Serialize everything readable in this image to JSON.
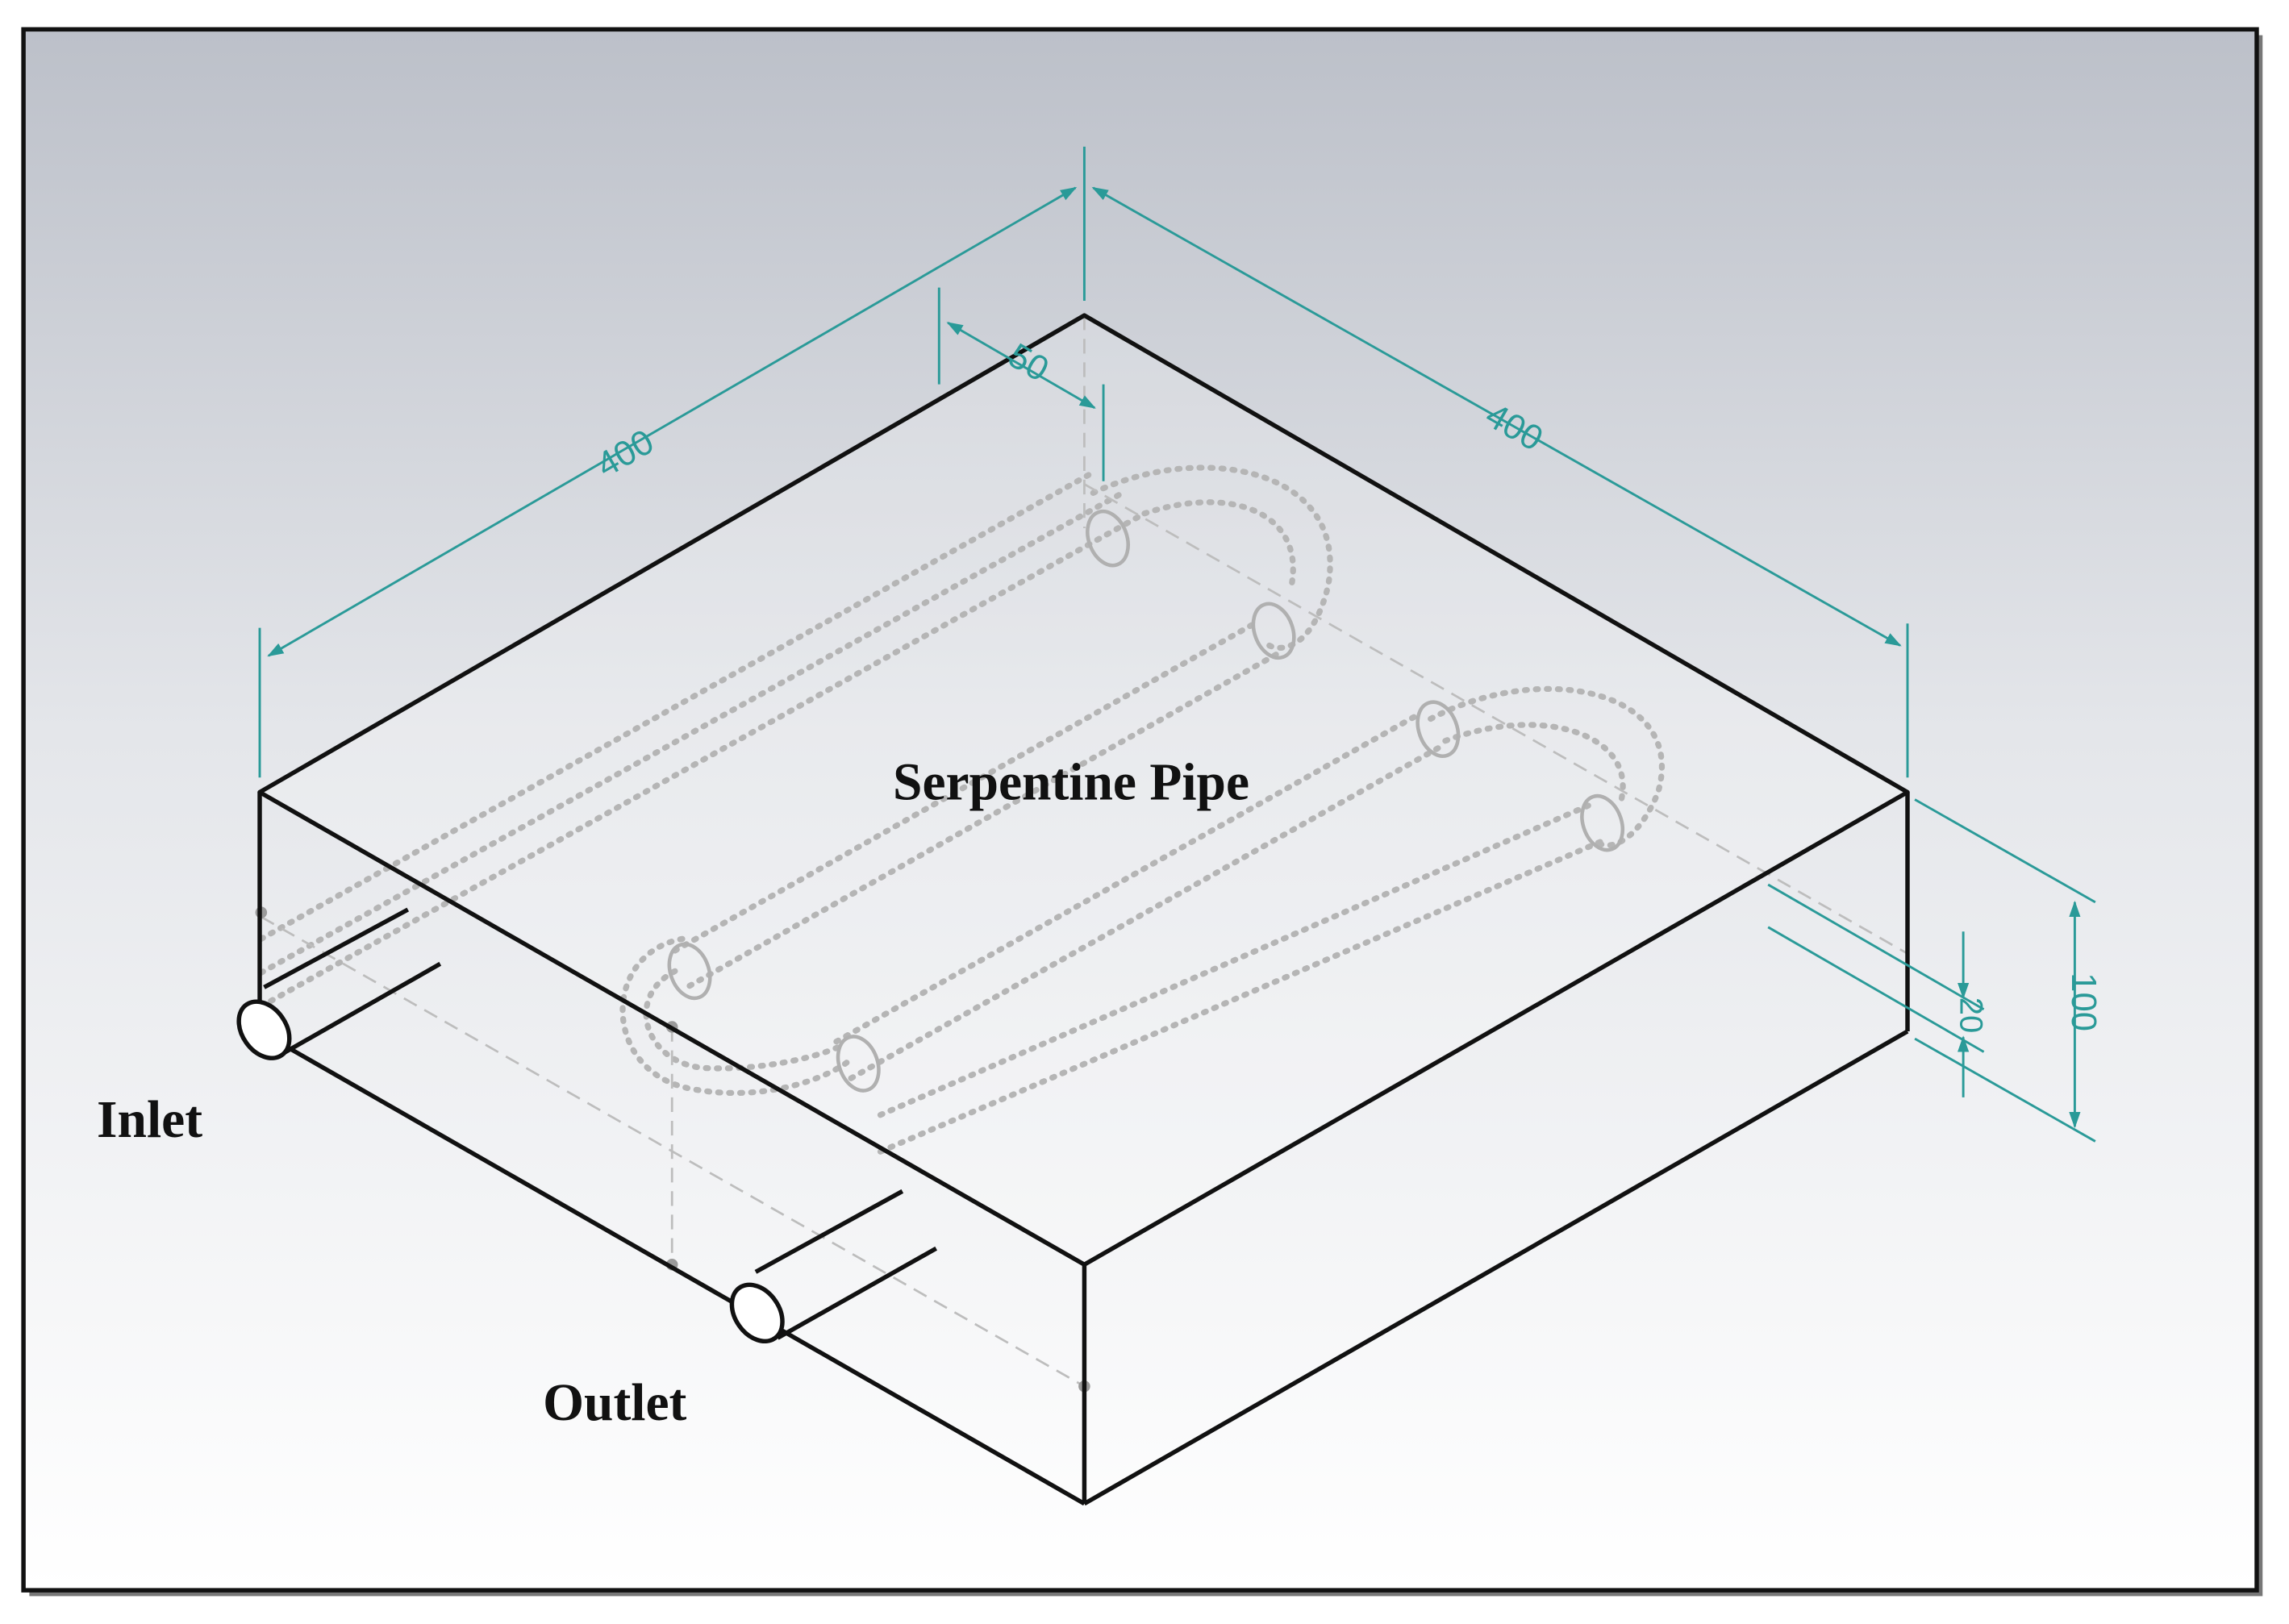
{
  "labels": {
    "serpentine": "Serpentine Pipe",
    "inlet": "Inlet",
    "outlet": "Outlet"
  },
  "dimensions": {
    "left_length": "400",
    "right_length": "400",
    "offset": "50",
    "height": "100",
    "pipe_depth": "20"
  },
  "colors": {
    "dimension": "#2a9a98",
    "edge": "#111111",
    "hidden": "#b8b8b8",
    "background_top": "#b9bdc6",
    "background_bottom": "#ffffff"
  }
}
